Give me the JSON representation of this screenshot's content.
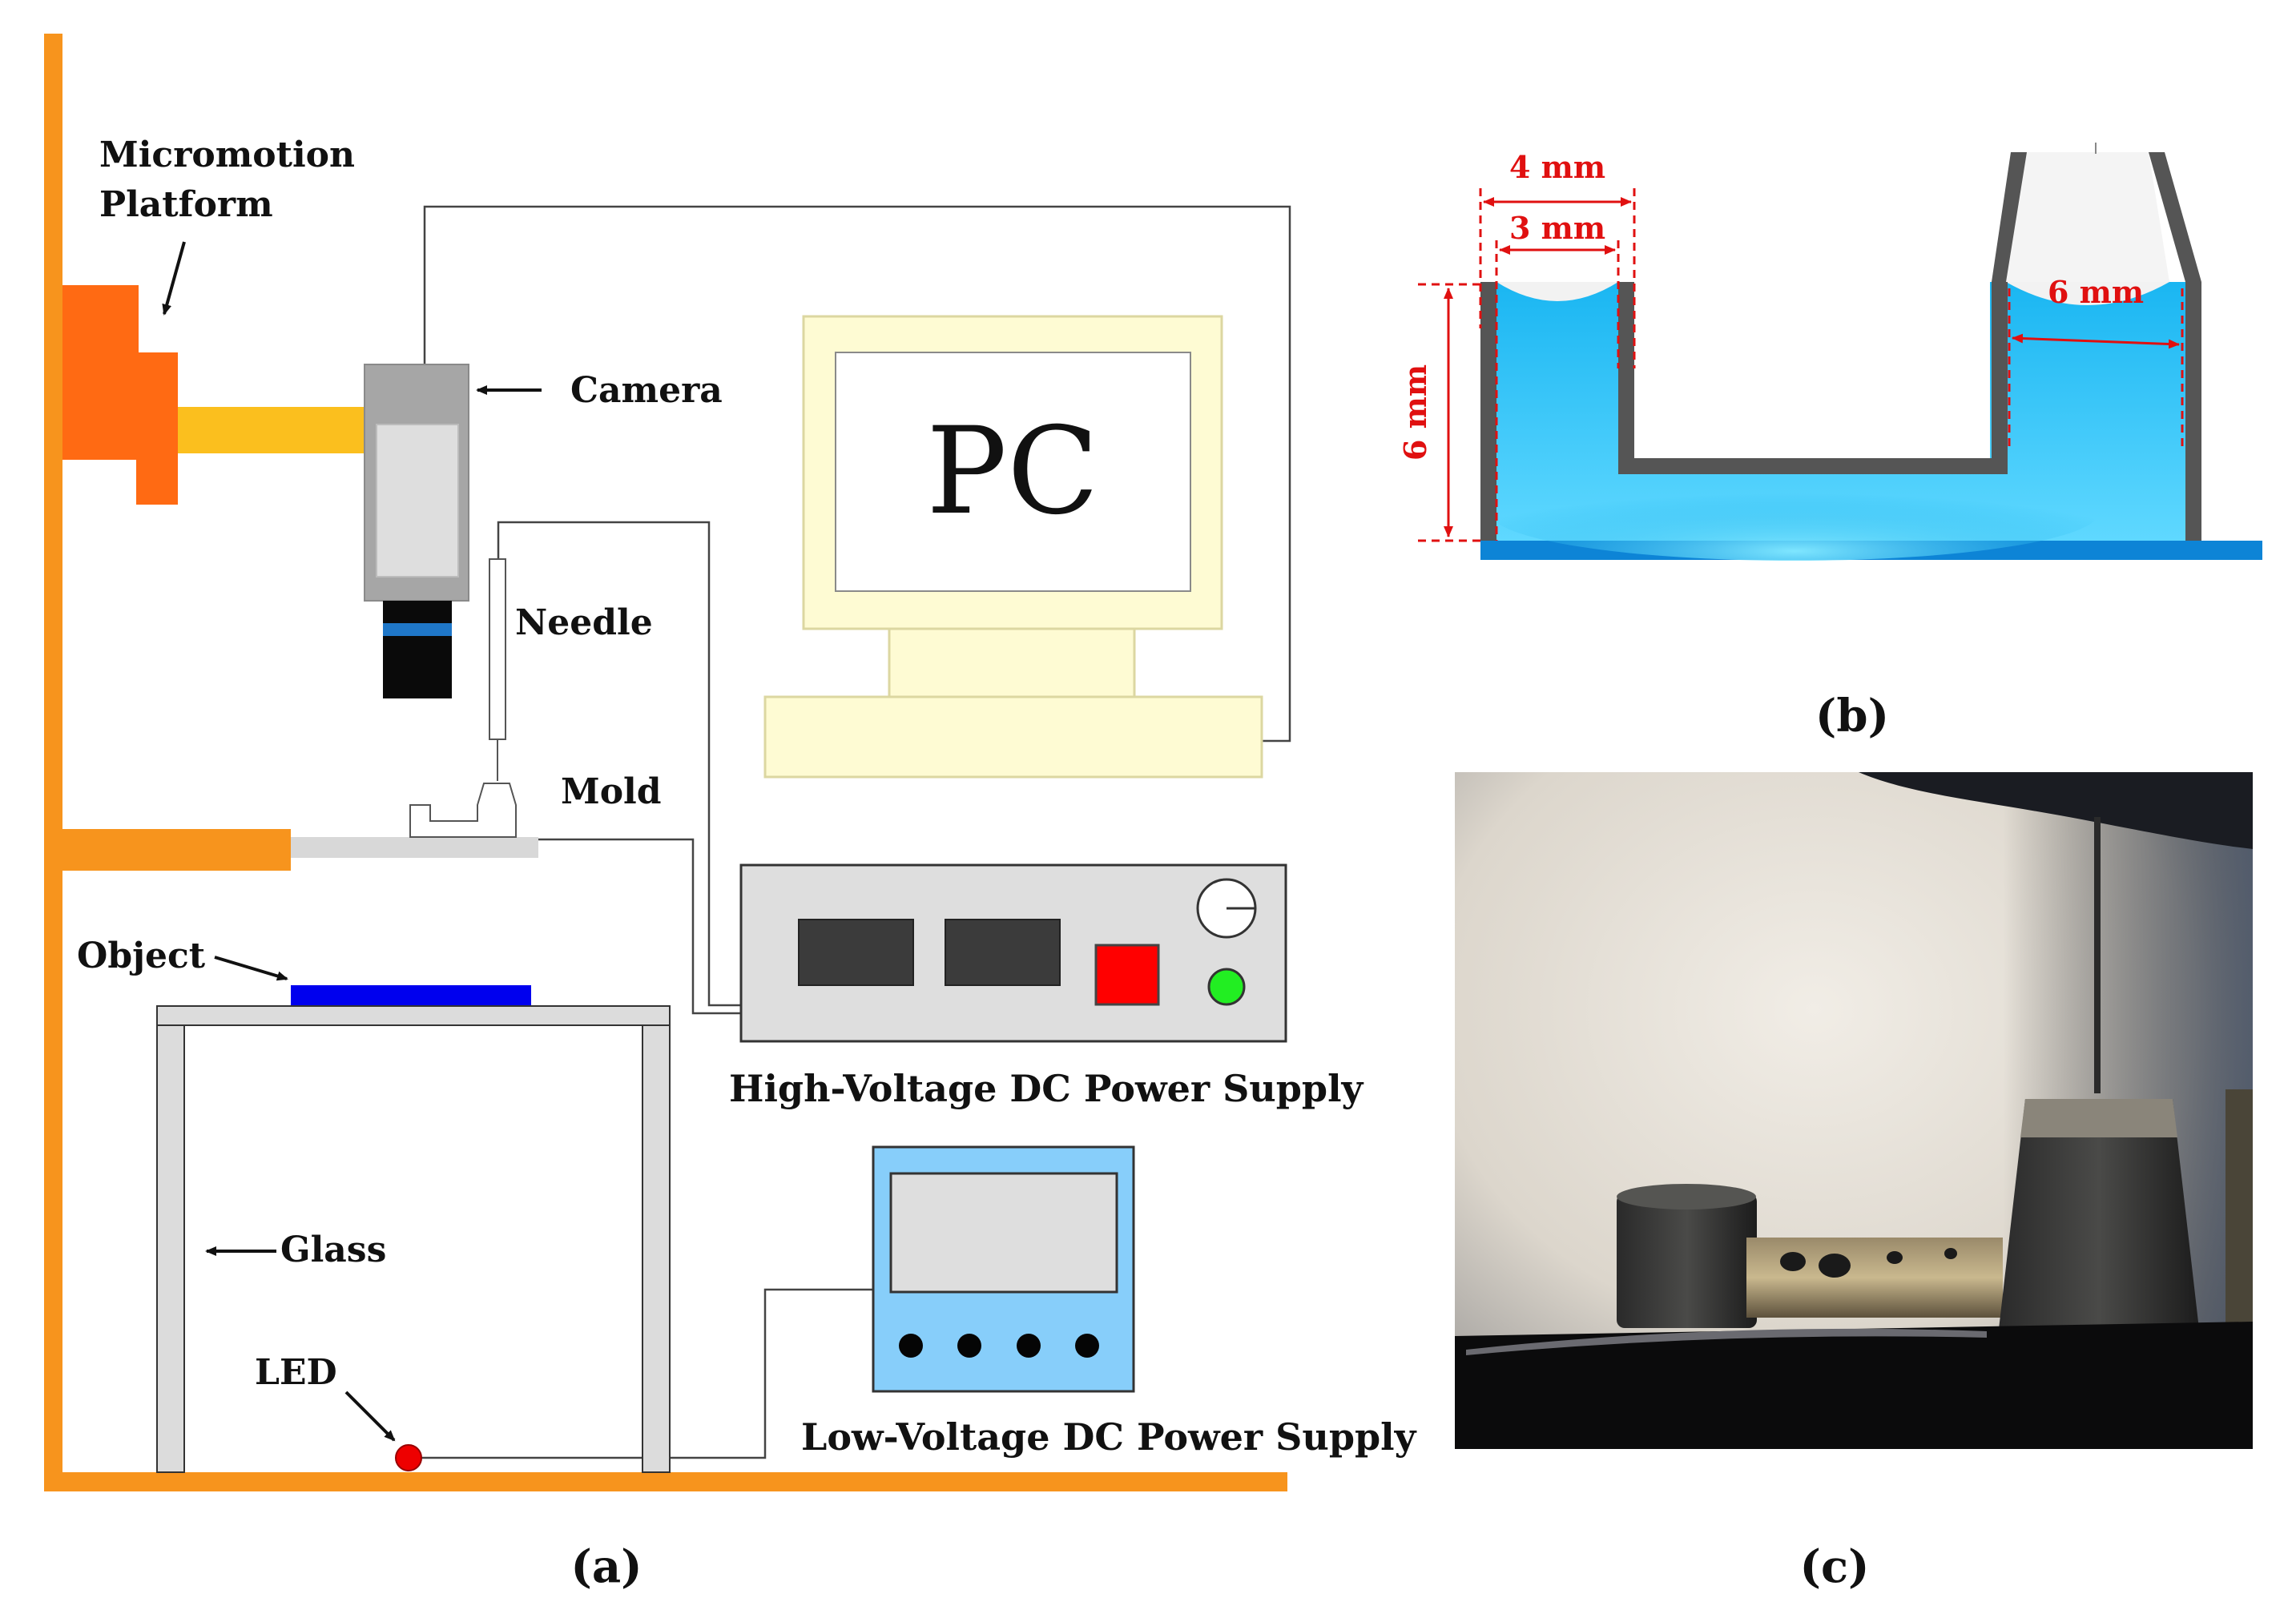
{
  "panel_a": {
    "caption": "(a)",
    "labels": {
      "micromotion_line1": "Micromotion",
      "micromotion_line2": "Platform",
      "camera": "Camera",
      "needle": "Needle",
      "mold": "Mold",
      "object": "Object",
      "glass": "Glass",
      "led": "LED",
      "pc": "PC",
      "hv_supply": "High-Voltage DC Power Supply",
      "lv_supply": "Low-Voltage DC Power Supply"
    }
  },
  "panel_b": {
    "caption": "(b)",
    "dims": {
      "outer_width": "4 mm",
      "inner_width": "3 mm",
      "height": "6 mm",
      "right_width": "6 mm"
    }
  },
  "panel_c": {
    "caption": "(c)"
  },
  "colors": {
    "frame_orange": "#f7941d",
    "platform_orange": "#ff6a13",
    "arm_yellow": "#fbbf1e",
    "pc_cream": "#fefbd3",
    "liquid_blue": "#18b7f2",
    "object_blue": "#0000ee",
    "led_red": "#ee0000",
    "hv_red": "#ff0000",
    "hv_green": "#22ee22",
    "lv_blue": "#87cefa"
  }
}
